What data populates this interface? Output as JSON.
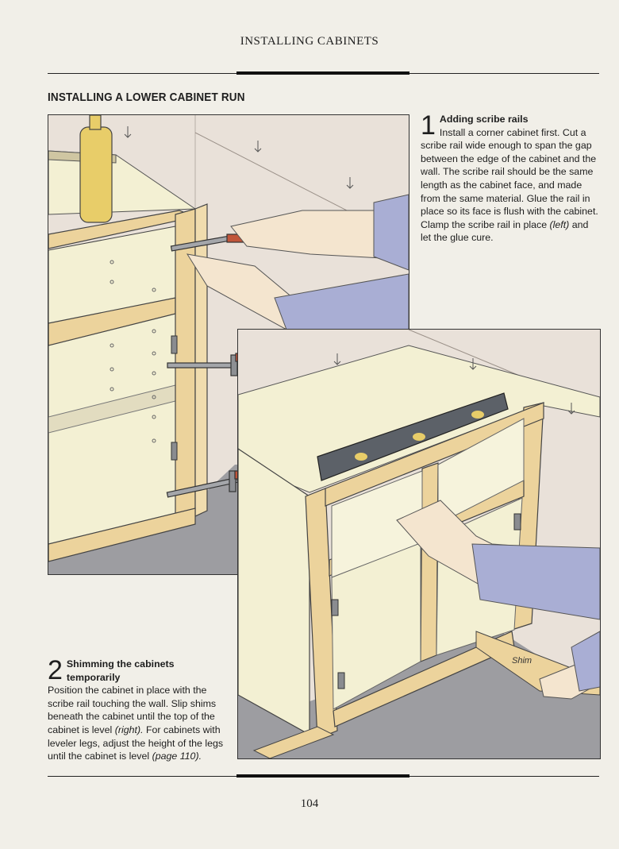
{
  "running_head": "INSTALLING CABINETS",
  "section_title": "INSTALLING A LOWER CABINET RUN",
  "steps": [
    {
      "number": "1",
      "heading": "Adding scribe rails",
      "body_a": "Install a corner cabinet first. Cut a scribe rail wide enough to span the gap between the edge of the cabinet and the wall. The scribe rail should be the same length as the cabinet face, and made from the same material. Glue the rail in place so its face is flush with the cabinet. Clamp the scribe rail in place ",
      "ref": "(left)",
      "body_b": " and let the glue cure."
    },
    {
      "number": "2",
      "heading": "Shimming the cabinets temporarily",
      "body_a": "Position the cabinet in place with the scribe rail touching the wall. Slip shims beneath the cabinet until the top of the cabinet is level ",
      "ref": "(right).",
      "body_b": " For cabinets with leveler legs, adjust the height of the legs until the cabinet is level ",
      "ref2": "(page 110)."
    }
  ],
  "illustration_labels": {
    "shim": "Shim"
  },
  "colors": {
    "wall": "#e9e1d9",
    "floor": "#9d9da1",
    "cabinet_interior": "#f3f0d3",
    "cabinet_frame": "#ecd39c",
    "sleeve": "#a9aed4",
    "skin": "#f4e5cf",
    "level": "#5c6168"
  },
  "page_number": "104"
}
